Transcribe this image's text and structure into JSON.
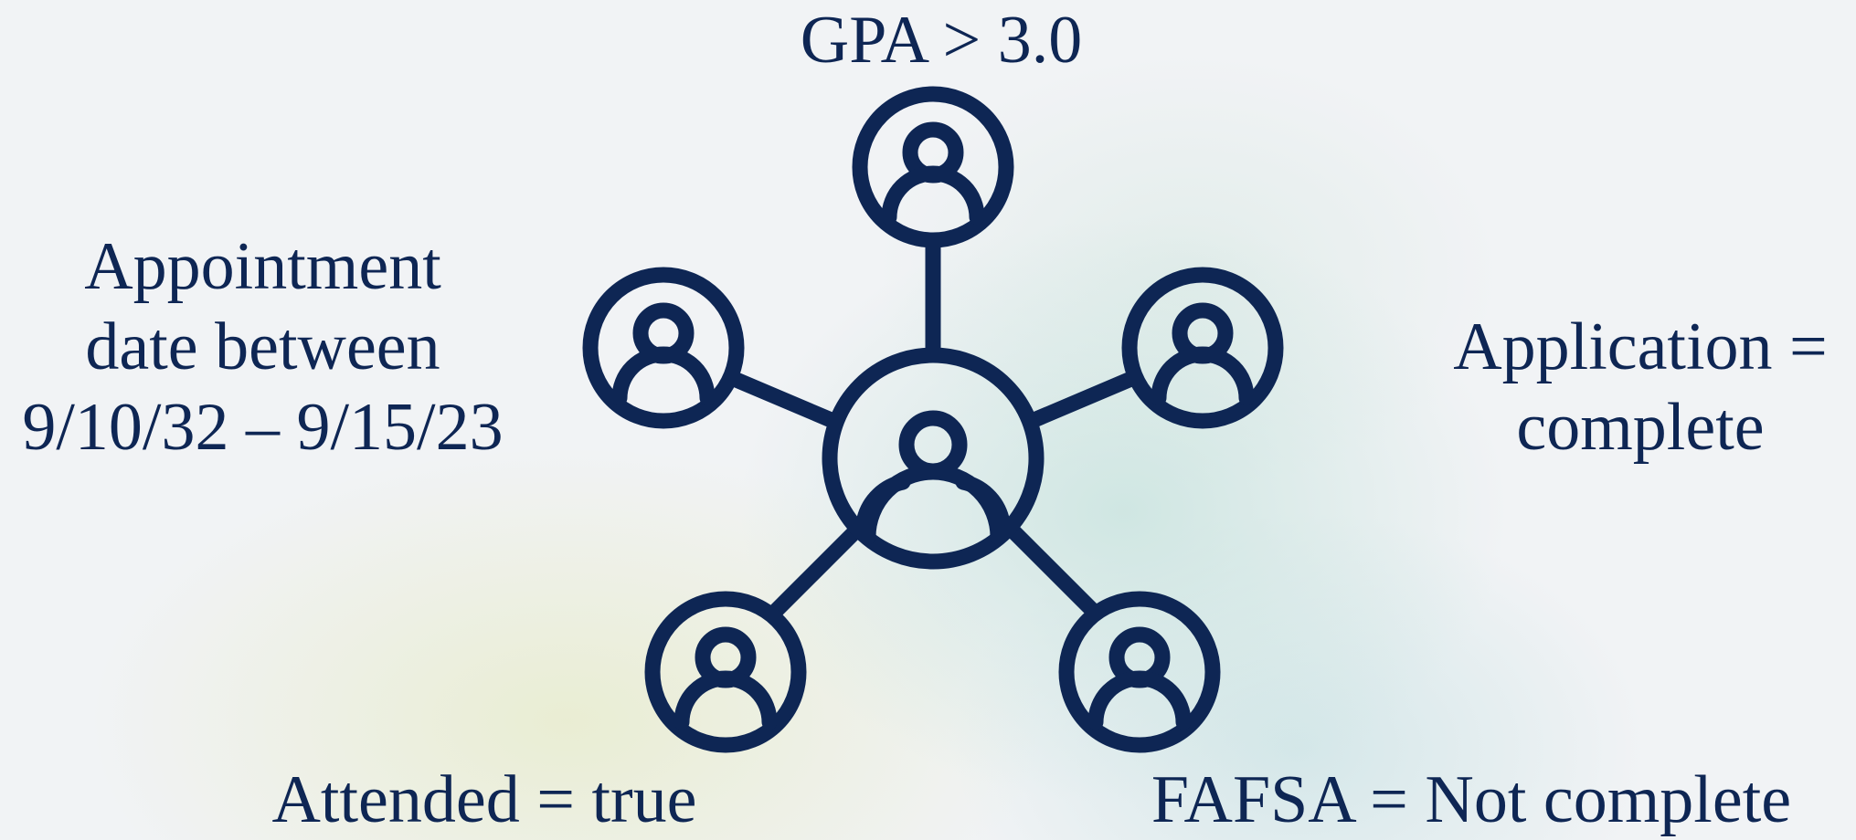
{
  "diagram": {
    "labels": {
      "top": "GPA > 3.0",
      "left": [
        "Appointment",
        "date between",
        "9/10/32 – 9/15/23"
      ],
      "right": [
        "Application =",
        "complete"
      ],
      "bottom_left": "Attended = true",
      "bottom_right": "FAFSA = Not complete"
    },
    "colors": {
      "stroke": "#0e2654",
      "background": "#f1f3f5"
    },
    "icons": {
      "center": "person-network-hub-icon",
      "node": "person-circle-icon"
    }
  }
}
